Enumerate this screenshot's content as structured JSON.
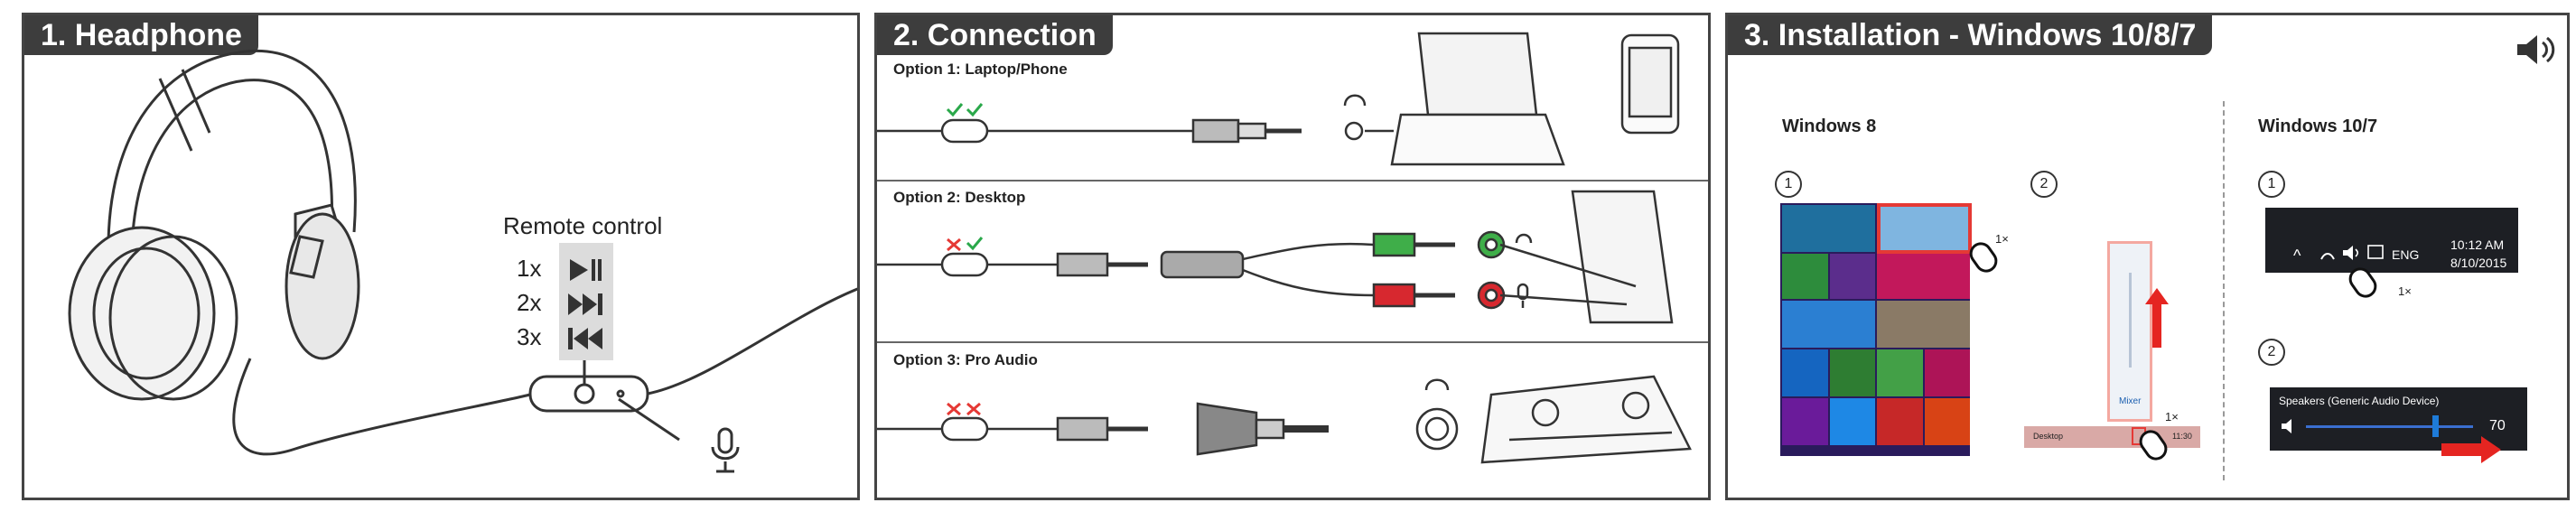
{
  "panel1": {
    "title": "1. Headphone",
    "remote": {
      "title": "Remote control",
      "rows": [
        {
          "count": "1x",
          "icon": "play-pause-icon"
        },
        {
          "count": "2x",
          "icon": "next-track-icon"
        },
        {
          "count": "3x",
          "icon": "previous-track-icon"
        }
      ]
    }
  },
  "panel2": {
    "title": "2. Connection",
    "options": [
      {
        "label": "Option 1: Laptop/Phone"
      },
      {
        "label": "Option 2: Desktop"
      },
      {
        "label": "Option 3: Pro Audio"
      }
    ]
  },
  "panel3": {
    "title": "3. Installation - Windows 10/8/7",
    "win8": {
      "title": "Windows 8",
      "step1": "1",
      "step2": "2",
      "click1": "1×",
      "click2": "1×",
      "mixer_label": "Mixer",
      "taskbar_label": "Desktop",
      "taskbar_time": "11:30"
    },
    "win10": {
      "title": "Windows 10/7",
      "step1": "1",
      "step2": "2",
      "lang": "ENG",
      "time": "10:12 AM",
      "date": "8/10/2015",
      "click": "1×",
      "device": "Speakers (Generic Audio Device)",
      "volume": "70"
    }
  },
  "colors": {
    "tab_bg": "#3d3d3d",
    "check_green": "#2aa84a",
    "cross_red": "#e53935",
    "jack_green": "#3fae49",
    "jack_red": "#d7282f",
    "highlight_red": "#e53935",
    "arrow_red": "#e52521"
  }
}
